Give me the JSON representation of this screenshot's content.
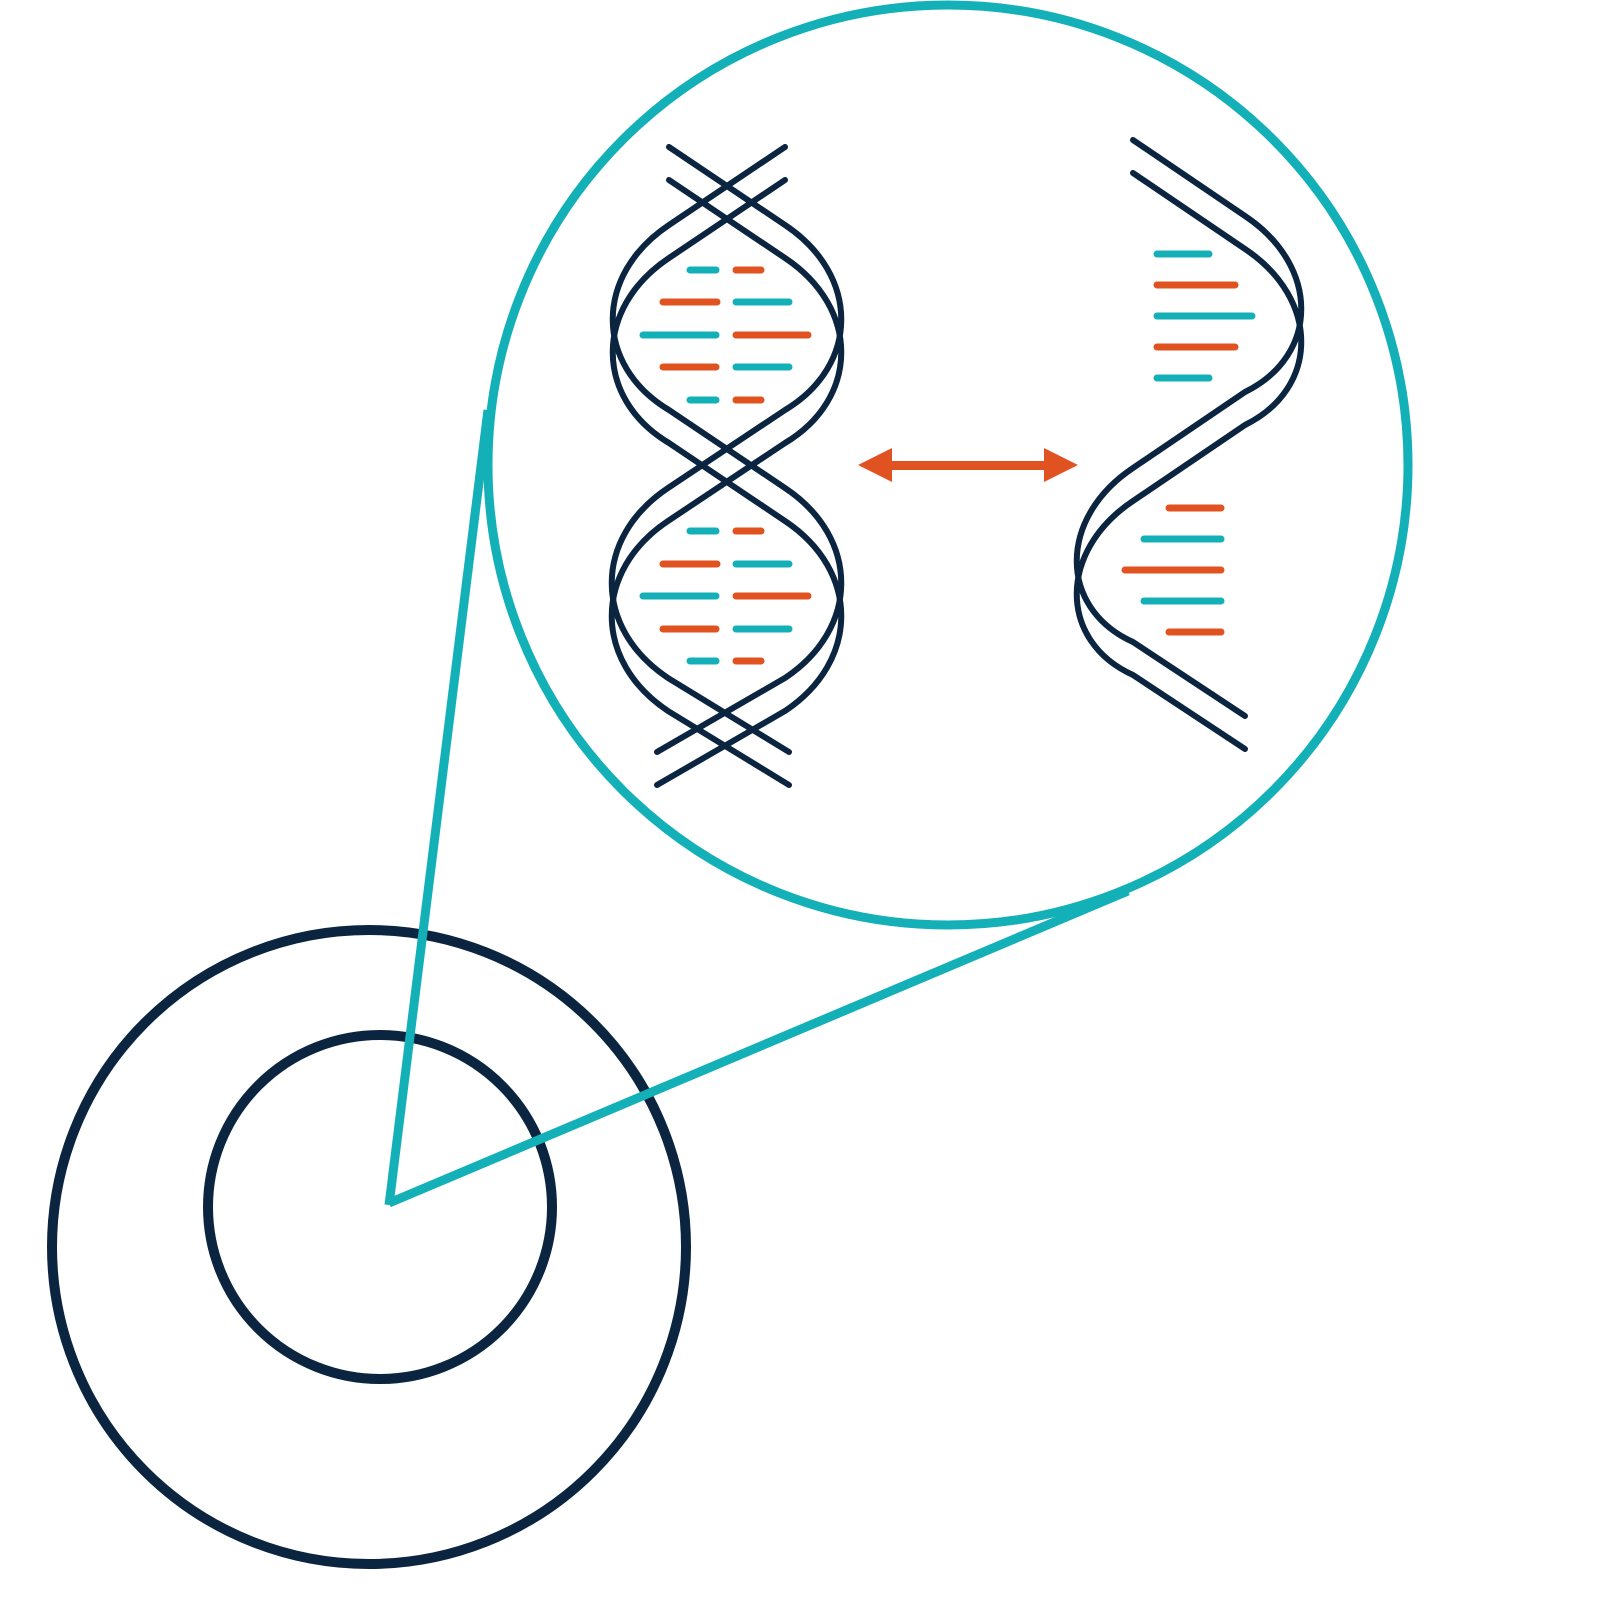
{
  "colors": {
    "navy": "#0b2540",
    "teal": "#14b0b8",
    "orange": "#e0521f",
    "background": "#ffffff"
  },
  "illustration": {
    "subject": "dna-magnification",
    "left_helix": "double-stranded",
    "right_helix": "single-stranded",
    "arrow": "bidirectional"
  }
}
